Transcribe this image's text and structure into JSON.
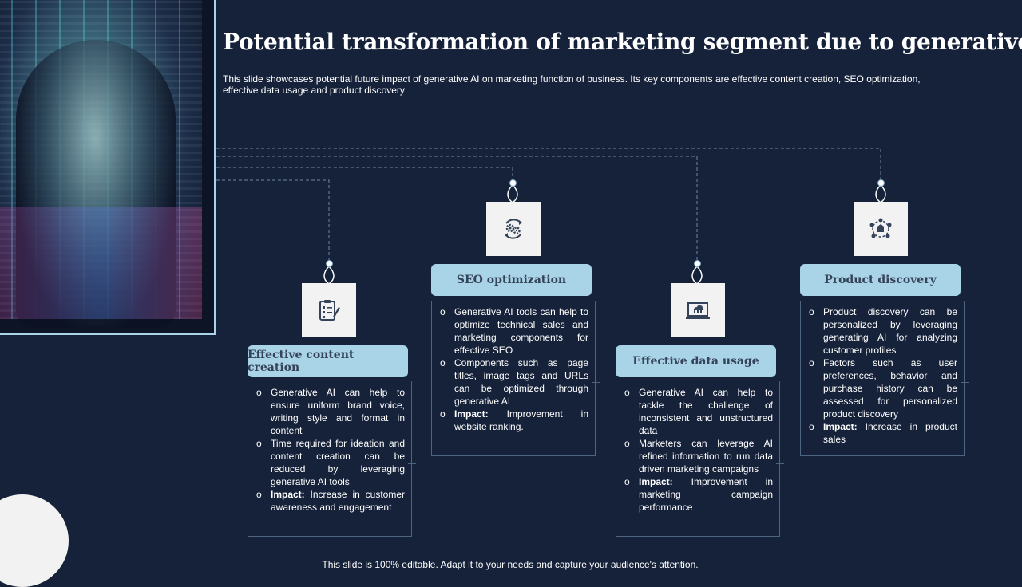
{
  "title": "Potential transformation of marketing segment due to generative AI",
  "subtitle": "This slide showcases potential future impact of generative AI on marketing function of business. Its key components are effective content creation, SEO optimization, effective data usage and product discovery",
  "footer": "This slide is 100% editable. Adapt it to your needs and capture your audience's attention.",
  "cards": [
    {
      "heading": "Effective content creation",
      "icon": "checklist-pen-icon",
      "bullets": [
        {
          "text": "Generative AI can help to ensure uniform brand voice, writing style and format in content"
        },
        {
          "text": "Time required for ideation and content creation can be reduced by leveraging generative AI tools"
        },
        {
          "label": "Impact:",
          "text": " Increase in customer awareness and engagement"
        }
      ]
    },
    {
      "heading": "SEO optimization",
      "icon": "gears-cycle-icon",
      "bullets": [
        {
          "text": "Generative AI tools can help to optimize technical sales and marketing components for effective SEO"
        },
        {
          "text": "Components such as page titles, image tags and URLs can be optimized through generative AI"
        },
        {
          "label": "Impact:",
          "text": " Improvement in website ranking."
        }
      ]
    },
    {
      "heading": "Effective data usage",
      "icon": "cloud-laptop-icon",
      "bullets": [
        {
          "text": "Generative AI can help to tackle the challenge of inconsistent and unstructured data"
        },
        {
          "text": "Marketers can leverage AI refined information to run data driven marketing campaigns"
        },
        {
          "label": "Impact:",
          "text": " Improvement in marketing campaign performance"
        }
      ]
    },
    {
      "heading": "Product discovery",
      "icon": "product-network-icon",
      "bullets": [
        {
          "text": "Product discovery can be personalized by leveraging generating AI for analyzing customer profiles"
        },
        {
          "text": "Factors such as user preferences, behavior and purchase history can be assessed for personalized product discovery"
        },
        {
          "label": "Impact:",
          "text": " Increase in product sales"
        }
      ]
    }
  ],
  "colors": {
    "background": "#15223a",
    "header_fill": "#a9d3e6",
    "header_text": "#34435a",
    "icon_box": "#f2f2f2",
    "card_border": "#4e6582"
  }
}
